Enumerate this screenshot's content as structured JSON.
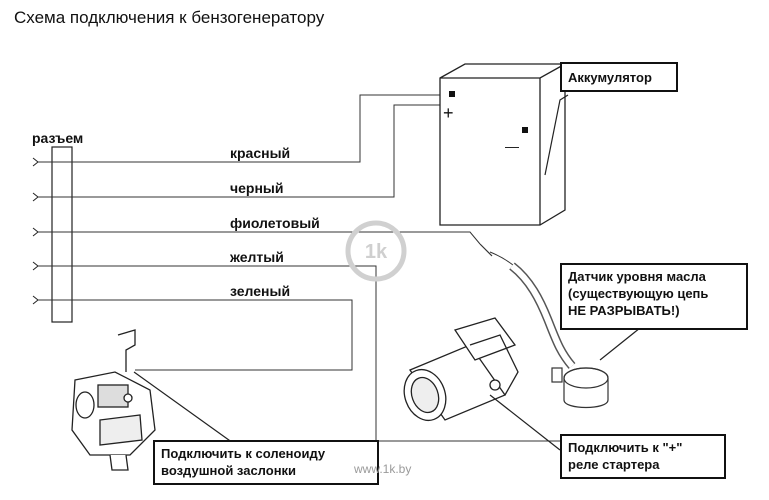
{
  "title": "Схема подключения к бензогенератору",
  "connector": {
    "label": "разъем"
  },
  "wires": [
    {
      "label": "красный"
    },
    {
      "label": "черный"
    },
    {
      "label": "фиолетовый"
    },
    {
      "label": "желтый"
    },
    {
      "label": "зеленый"
    }
  ],
  "battery": {
    "callout": "Аккумулятор",
    "plus_symbol": "+",
    "minus_symbol": "—"
  },
  "oil_sensor": {
    "line1": "Датчик уровня масла",
    "line2": "(существующую цепь",
    "line3": "НЕ РАЗРЫВАТЬ!)"
  },
  "solenoid": {
    "line1": "Подключить к соленоиду",
    "line2": "воздушной заслонки"
  },
  "starter": {
    "line1": "Подключить к \"+\"",
    "line2": "реле стартера"
  },
  "watermark": {
    "text": "www.1k.by",
    "logo_text": "1k"
  }
}
